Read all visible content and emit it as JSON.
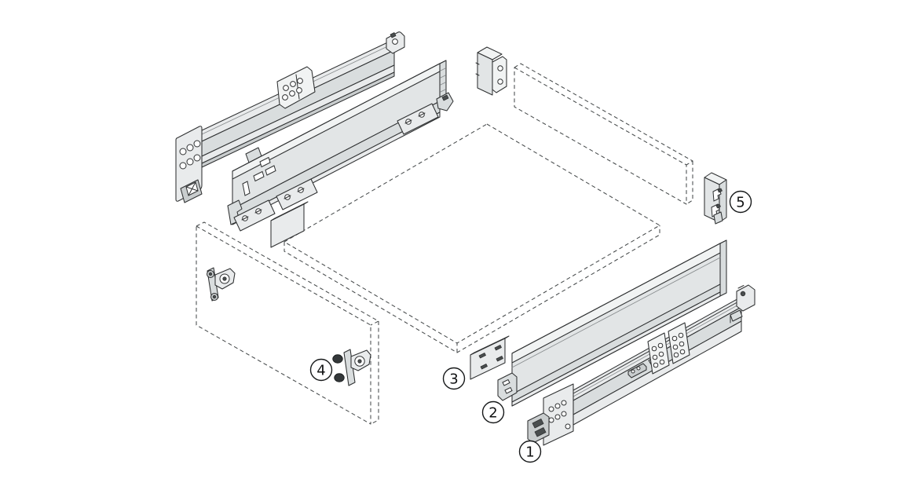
{
  "figure": {
    "kind": "exploded-assembly-diagram",
    "subject": "drawer-slide-system",
    "background": "#ffffff"
  },
  "colors": {
    "outline": "#2f3132",
    "dashed_outline": "#474b4c",
    "metal_lightest": "#f1f3f3",
    "metal_light": "#e9ebec",
    "metal_panel": "#e2e5e6",
    "metal_mid": "#d9ddde",
    "metal_dark": "#c9cdce",
    "detail_dark": "#34383a",
    "callout_fill": "#ffffff",
    "callout_stroke": "#17191a",
    "callout_text": "#101112"
  },
  "callouts": [
    {
      "label": "1",
      "part": "right-cabinet-runner"
    },
    {
      "label": "2",
      "part": "right-drawer-side-panel"
    },
    {
      "label": "3",
      "part": "cover-cap-plate"
    },
    {
      "label": "4",
      "part": "front-panel-fixing-brackets"
    },
    {
      "label": "5",
      "part": "right-back-fixing-bracket"
    }
  ]
}
